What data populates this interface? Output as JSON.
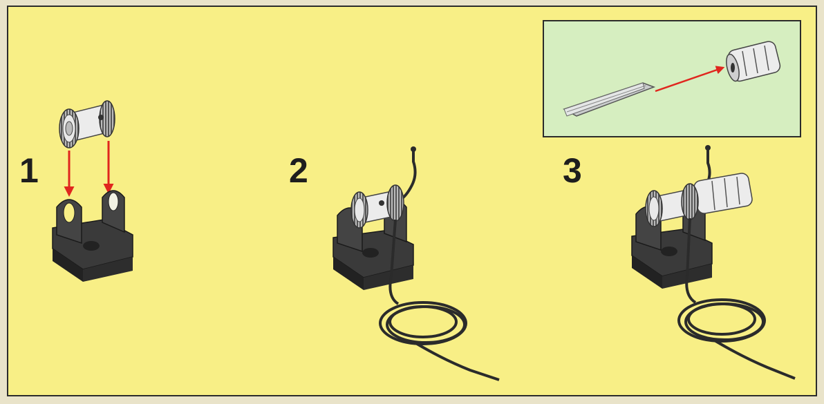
{
  "steps": [
    {
      "number": "1"
    },
    {
      "number": "2"
    },
    {
      "number": "3"
    }
  ],
  "colors": {
    "panel": "#f8ef86",
    "inset": "#d6eec0",
    "arrow": "#e0261e",
    "part_dark": "#333333",
    "part_light": "#e6e6e6"
  }
}
